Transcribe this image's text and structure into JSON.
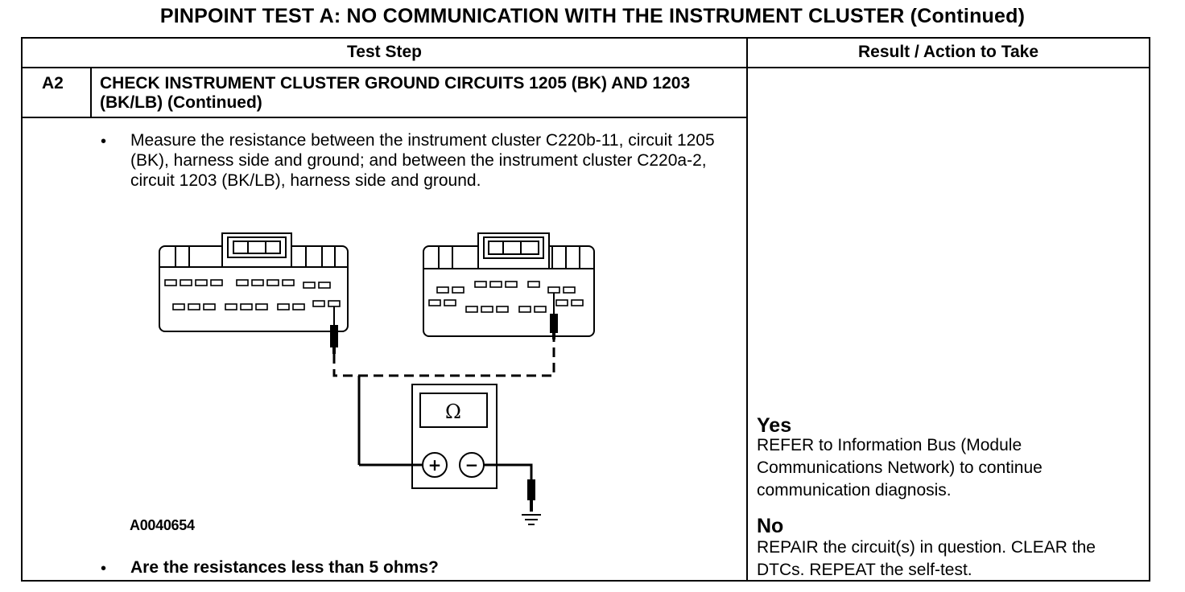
{
  "title": "PINPOINT TEST  A: NO COMMUNICATION WITH THE INSTRUMENT CLUSTER (Continued)",
  "table": {
    "header_step": "Test Step",
    "header_result": "Result / Action to Take"
  },
  "step": {
    "number": "A2",
    "title": "CHECK INSTRUMENT CLUSTER GROUND CIRCUITS 1205 (BK) AND 1203 (BK/LB) (Continued)",
    "bullet_symbol": "•",
    "instruction": "Measure the resistance between the instrument cluster C220b-11, circuit 1205 (BK), harness side and ground; and between the instrument cluster C220a-2, circuit 1203 (BK/LB), harness side and ground.",
    "figure_id": "A0040654",
    "question": "Are the resistances less than 5 ohms?"
  },
  "diagram": {
    "meter_symbol": "Ω",
    "plus_symbol": "+",
    "minus_symbol": "−"
  },
  "result": {
    "yes_label": "Yes",
    "yes_text": "REFER to Information Bus (Module Communications Network) to continue communication diagnosis.",
    "no_label": "No",
    "no_text": "REPAIR the circuit(s) in question. CLEAR the DTCs. REPEAT the self-test."
  }
}
